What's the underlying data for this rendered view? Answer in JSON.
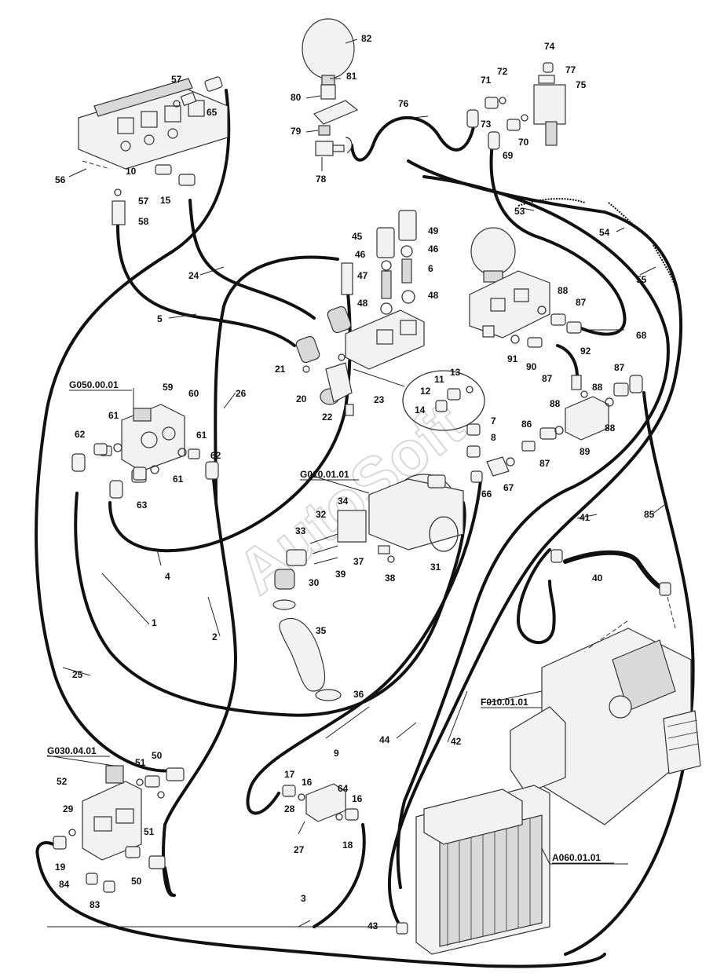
{
  "watermark": "AutoSoft",
  "group_codes": {
    "g050": "G050.00.01",
    "g010": "G010.01.01",
    "g030": "G030.04.01",
    "f010": "F010.01.01",
    "a060": "A060.01.01"
  },
  "callouts": {
    "c1": "1",
    "c2": "2",
    "c3": "3",
    "c4": "4",
    "c5": "5",
    "c6": "6",
    "c7": "7",
    "c8": "8",
    "c9": "9",
    "c10": "10",
    "c11": "11",
    "c12": "12",
    "c13": "13",
    "c14": "14",
    "c15": "15",
    "c16a": "16",
    "c16b": "16",
    "c17": "17",
    "c18": "18",
    "c19": "19",
    "c20": "20",
    "c21": "21",
    "c22": "22",
    "c23": "23",
    "c24": "24",
    "c25": "25",
    "c26": "26",
    "c27": "27",
    "c28": "28",
    "c29": "29",
    "c30": "30",
    "c31": "31",
    "c32": "32",
    "c33": "33",
    "c34": "34",
    "c35": "35",
    "c36": "36",
    "c37": "37",
    "c38": "38",
    "c39": "39",
    "c40": "40",
    "c41": "41",
    "c42": "42",
    "c43": "43",
    "c44": "44",
    "c45": "45",
    "c46a": "46",
    "c46b": "46",
    "c47": "47",
    "c48a": "48",
    "c48b": "48",
    "c49": "49",
    "c50a": "50",
    "c50b": "50",
    "c51a": "51",
    "c51b": "51",
    "c52": "52",
    "c53": "53",
    "c54": "54",
    "c55": "55",
    "c56": "56",
    "c57a": "57",
    "c57b": "57",
    "c58": "58",
    "c59": "59",
    "c60": "60",
    "c61a": "61",
    "c61b": "61",
    "c61c": "61",
    "c62a": "62",
    "c62b": "62",
    "c63": "63",
    "c64": "64",
    "c65": "65",
    "c66": "66",
    "c67": "67",
    "c68": "68",
    "c69": "69",
    "c70": "70",
    "c71": "71",
    "c72": "72",
    "c73": "73",
    "c74": "74",
    "c75": "75",
    "c76": "76",
    "c77": "77",
    "c78": "78",
    "c79": "79",
    "c80": "80",
    "c81": "81",
    "c82": "82",
    "c83": "83",
    "c84": "84",
    "c85": "85",
    "c86": "86",
    "c87a": "87",
    "c87b": "87",
    "c87c": "87",
    "c87d": "87",
    "c88a": "88",
    "c88b": "88",
    "c88c": "88",
    "c88d": "88",
    "c89": "89",
    "c90": "90",
    "c91": "91",
    "c92": "92"
  }
}
